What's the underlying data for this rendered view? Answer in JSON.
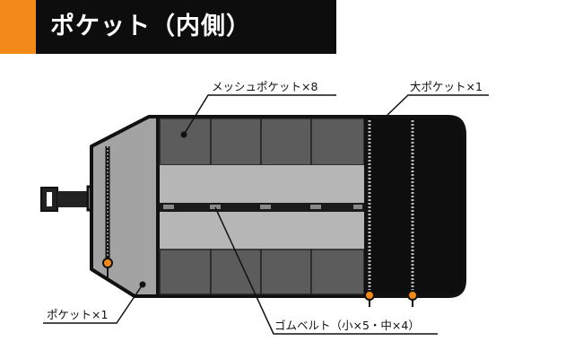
{
  "header": {
    "title": "ポケット（内側）",
    "accent_color": "#f28a1a",
    "background": "#0d0d0d"
  },
  "labels": {
    "mesh_pocket": "メッシュポケット×8",
    "large_pocket": "大ポケット×1",
    "pocket": "ポケット×1",
    "rubber_belt": "ゴムベルト（小×5・中×4）"
  },
  "colors": {
    "outline": "#111111",
    "panel_light": "#a0a0a0",
    "mesh": "#5a5a5a",
    "band": "#b4b4b4",
    "zip_pull": "#f28a1a"
  }
}
